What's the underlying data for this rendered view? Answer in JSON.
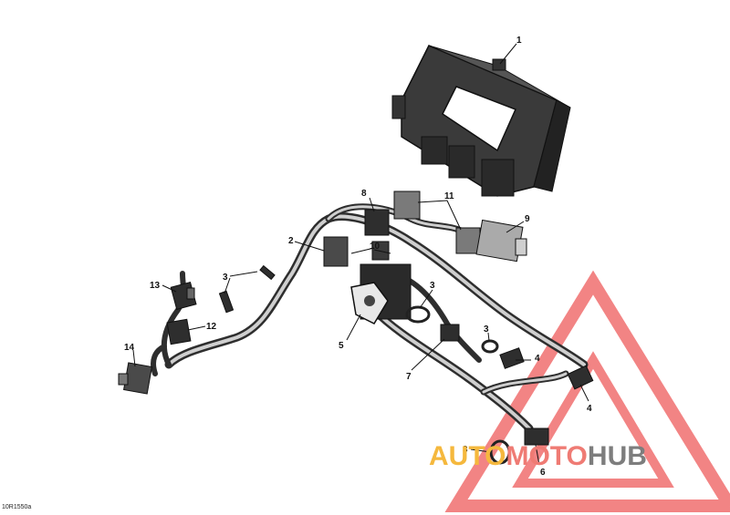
{
  "callouts": [
    {
      "id": "c1",
      "label": "1"
    },
    {
      "id": "c2",
      "label": "2"
    },
    {
      "id": "c3a",
      "label": "3"
    },
    {
      "id": "c3b",
      "label": "3"
    },
    {
      "id": "c3c",
      "label": "3"
    },
    {
      "id": "c3d",
      "label": "3"
    },
    {
      "id": "c4a",
      "label": "4"
    },
    {
      "id": "c4b",
      "label": "4"
    },
    {
      "id": "c5",
      "label": "5"
    },
    {
      "id": "c6",
      "label": "6"
    },
    {
      "id": "c7",
      "label": "7"
    },
    {
      "id": "c8",
      "label": "8"
    },
    {
      "id": "c9",
      "label": "9"
    },
    {
      "id": "c10",
      "label": "10"
    },
    {
      "id": "c11",
      "label": "11"
    },
    {
      "id": "c12",
      "label": "12"
    },
    {
      "id": "c13",
      "label": "13"
    },
    {
      "id": "c14",
      "label": "14"
    }
  ],
  "drawing_code": "10R1550a",
  "watermark": {
    "part1": "AUTO",
    "part2": "MOTO",
    "part3": "HUB"
  },
  "colors": {
    "part_dark": "#2e2e2e",
    "part_mid": "#5a5a5a",
    "part_light": "#cfcfcf",
    "watermark_red": "#ee5b5b",
    "watermark_orange": "#f5b83d",
    "watermark_gray": "#7d7d7d"
  }
}
